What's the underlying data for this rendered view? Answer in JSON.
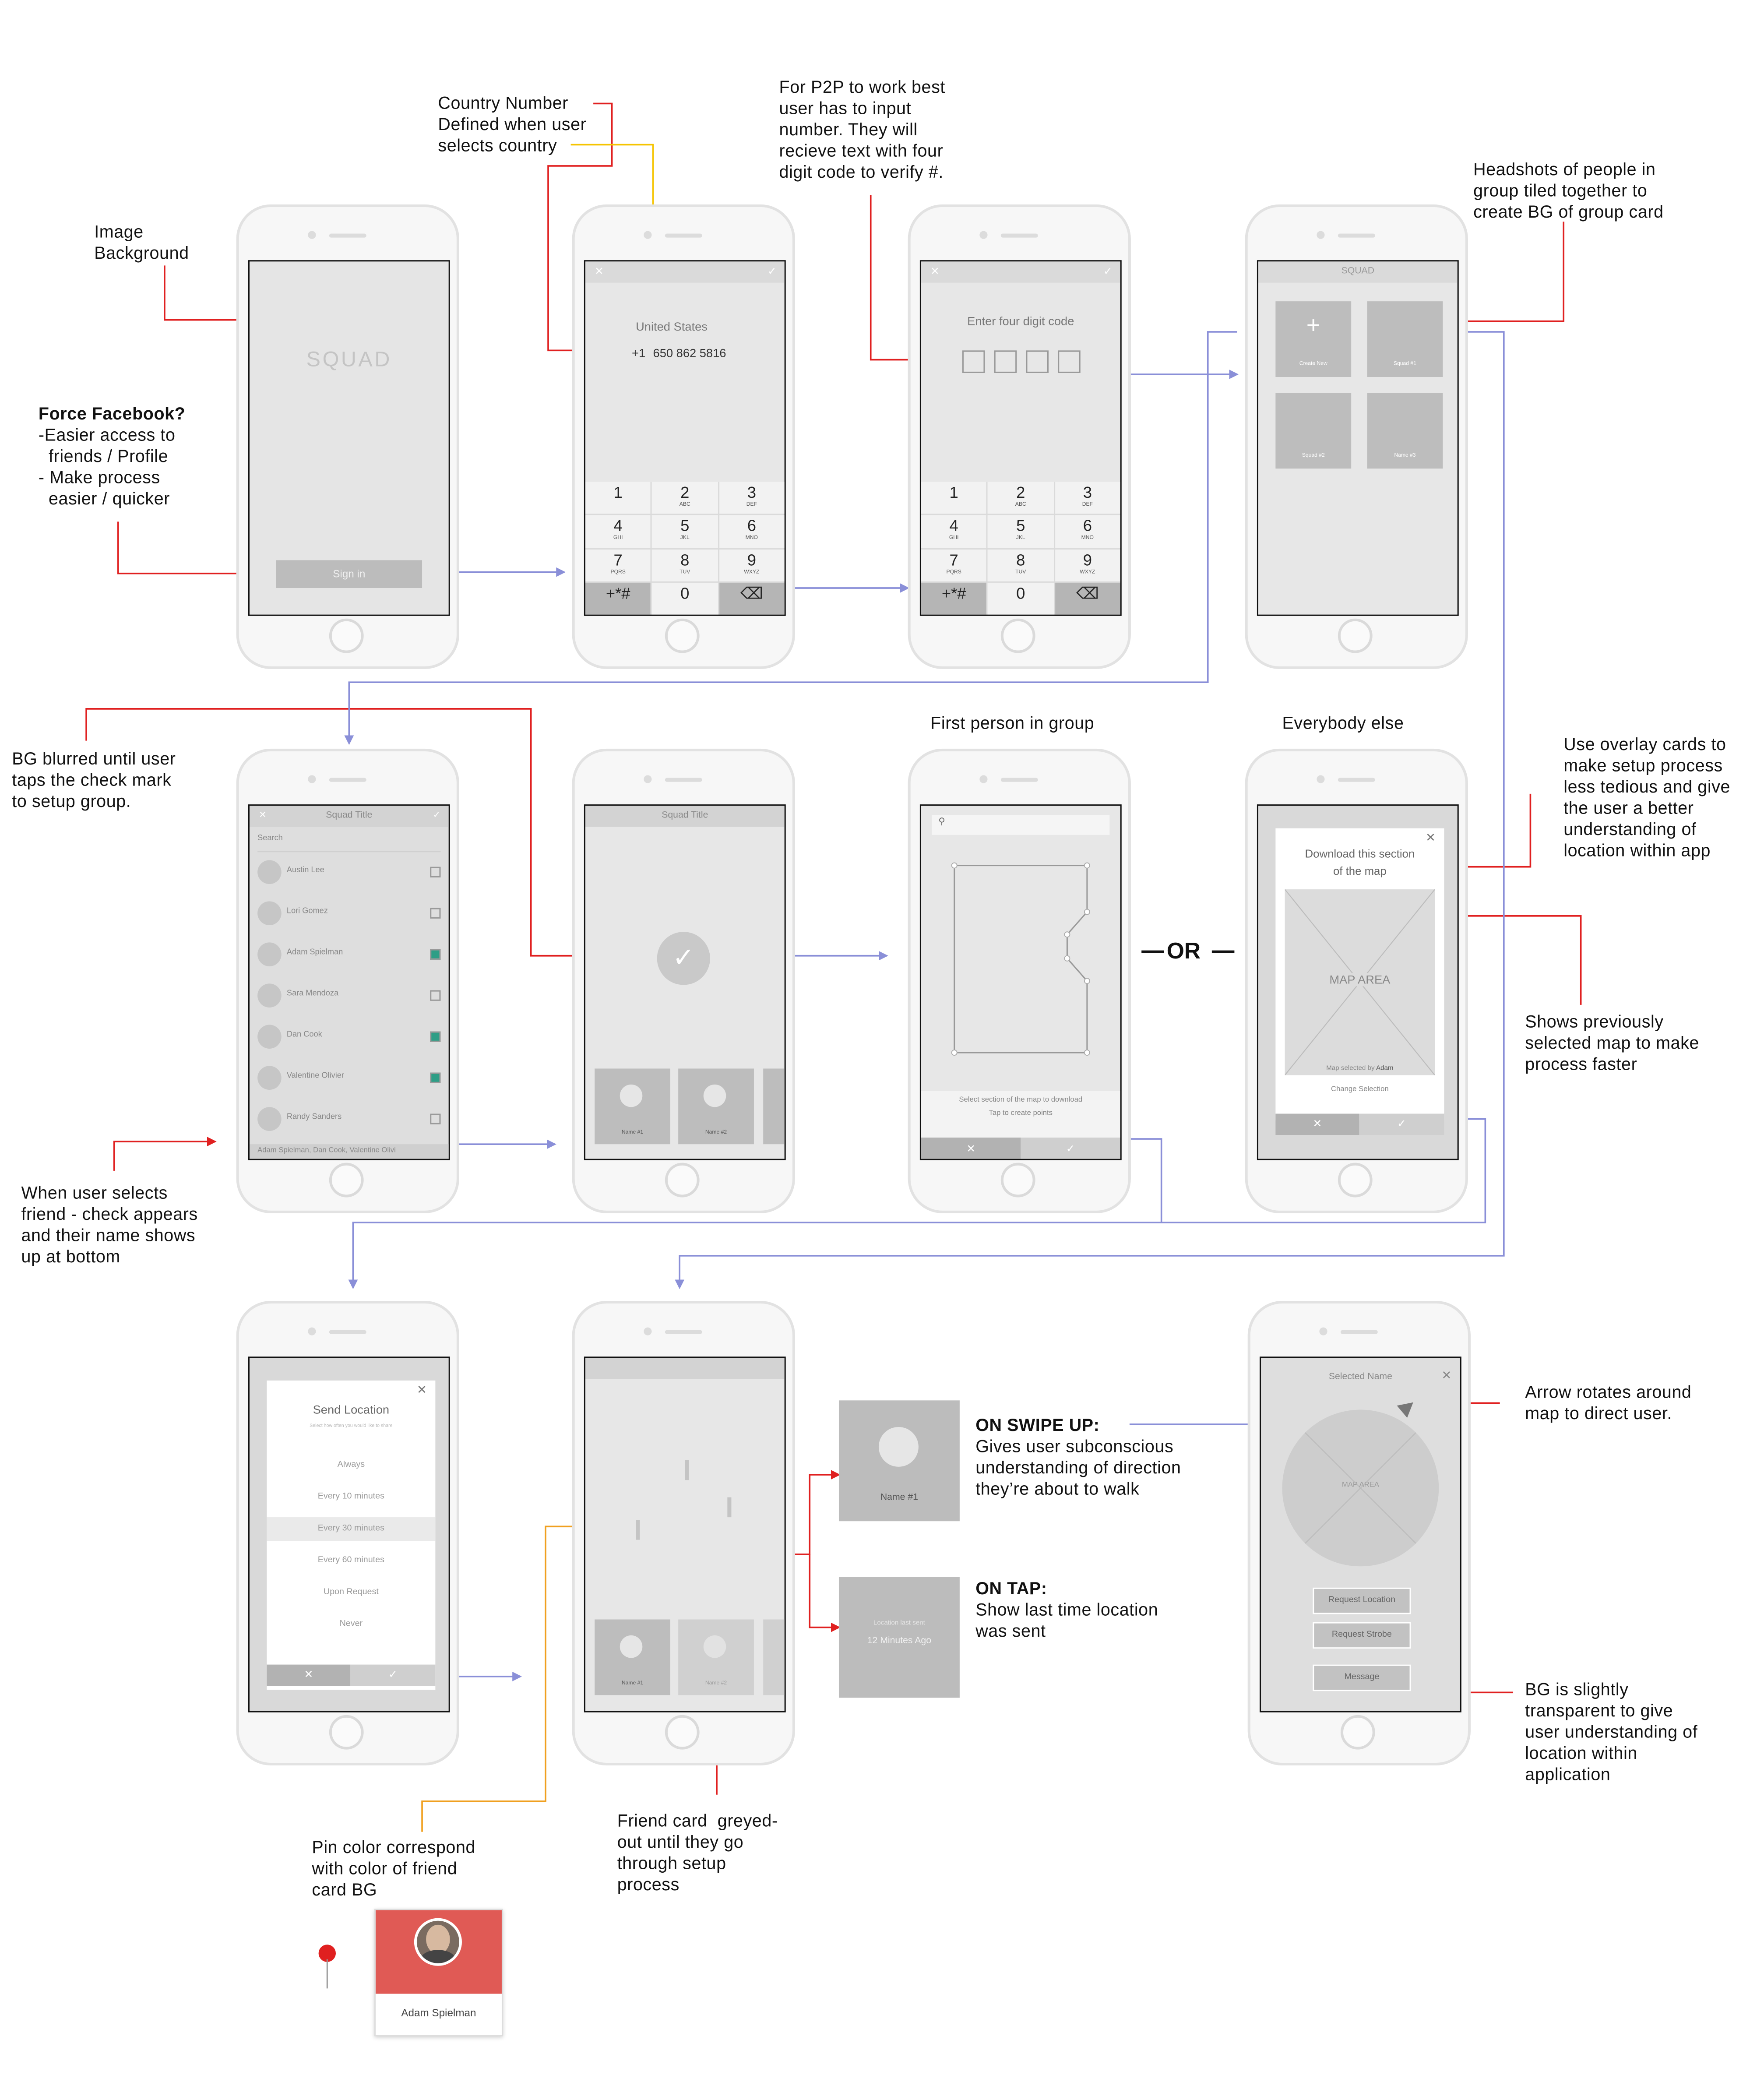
{
  "colors": {
    "red": "#e02020",
    "blue": "#8a8fd8",
    "orange": "#f0a020",
    "friend_card": "#e05a55"
  },
  "notes": {
    "image_background": "Image\nBackground",
    "force_facebook_title": "Force Facebook?",
    "force_facebook_body": "-Easier access to\n  friends / Profile\n- Make process\n  easier / quicker",
    "country_number": "Country Number\nDefined when user\nselects country",
    "p2p": "For P2P to work best\nuser has to input\nnumber. They will\nrecieve text with four\ndigit code to verify #.",
    "headshots": "Headshots of people in\ngroup tiled together to\ncreate BG of group card",
    "bg_blurred": "BG blurred until user\ntaps the check mark\nto setup group.",
    "first_person": "First person in group",
    "everybody_else": "Everybody else",
    "or": "OR",
    "overlay_cards": "Use overlay cards to\nmake setup process\nless tedious and give\nthe user a better\nunderstanding of\nlocation within app",
    "previously_selected": "Shows previously\nselected map to make\nprocess faster",
    "user_selects": "When user selects\nfriend - check appears\nand their name shows\nup at bottom",
    "swipe_title": "ON SWIPE UP:",
    "swipe_body": "Gives user subconscious\nunderstanding of direction\nthey’re about to walk",
    "tap_title": "ON TAP:",
    "tap_body": "Show last time location\nwas sent",
    "arrow_rotates": "Arrow rotates around\nmap to direct user.",
    "bg_transparent": "BG is slightly\ntransparent to give\nuser understanding of\nlocation within\napplication",
    "pin_color": "Pin color correspond\nwith color of friend\ncard BG",
    "friend_card_grey": "Friend card  greyed-\nout until they go\nthrough setup\nprocess"
  },
  "screens": {
    "s1": {
      "logo": "SQUAD",
      "sign_in": "Sign in"
    },
    "s2": {
      "country": "United States",
      "code": "+1",
      "number": "650 862 5816"
    },
    "s3": {
      "prompt": "Enter four digit code"
    },
    "s4": {
      "title": "SQUAD",
      "create": "Create New",
      "squad1": "Squad #1",
      "squad2": "Squad #2",
      "name3": "Name #3"
    },
    "s5": {
      "title": "Squad Title",
      "search": "Search",
      "contacts": [
        {
          "name": "Austin Lee",
          "checked": false
        },
        {
          "name": "Lori Gomez",
          "checked": false
        },
        {
          "name": "Adam Spielman",
          "checked": true
        },
        {
          "name": "Sara Mendoza",
          "checked": false
        },
        {
          "name": "Dan Cook",
          "checked": true
        },
        {
          "name": "Valentine Olivier",
          "checked": true
        },
        {
          "name": "Randy Sanders",
          "checked": false
        }
      ],
      "selected": "Adam Spielman, Dan Cook, Valentine Olivi"
    },
    "s6": {
      "title": "Squad Title",
      "name1": "Name #1",
      "name2": "Name #2"
    },
    "s7": {
      "hint1": "Select section of the map to download",
      "hint2": "Tap to create points"
    },
    "s8": {
      "title1": "Download this section",
      "title2": "of the map",
      "map": "MAP AREA",
      "selected_by": "Map selected by ",
      "selected_by_name": "Adam",
      "change": "Change Selection"
    },
    "s9": {
      "title": "Send Location",
      "subtitle": "Select how often you would like to share",
      "options": [
        "Always",
        "Every 10 minutes",
        "Every 30 minutes",
        "Every 60 minutes",
        "Upon Request",
        "Never"
      ]
    },
    "s10": {
      "name1": "Name #1",
      "name2": "Name #2"
    },
    "s11": {
      "title": "Selected Name",
      "map": "MAP AREA",
      "req_loc": "Request Location",
      "req_strobe": "Request Strobe",
      "message": "Message"
    },
    "card_swipe": {
      "name": "Name #1"
    },
    "card_tap": {
      "label": "Location last sent",
      "time": "12 Minutes Ago"
    },
    "friend_card": {
      "name": "Adam Spielman"
    }
  },
  "keypad": [
    {
      "d": "1",
      "l": ""
    },
    {
      "d": "2",
      "l": "ABC"
    },
    {
      "d": "3",
      "l": "DEF"
    },
    {
      "d": "4",
      "l": "GHI"
    },
    {
      "d": "5",
      "l": "JKL"
    },
    {
      "d": "6",
      "l": "MNO"
    },
    {
      "d": "7",
      "l": "PQRS"
    },
    {
      "d": "8",
      "l": "TUV"
    },
    {
      "d": "9",
      "l": "WXYZ"
    },
    {
      "d": "+*#",
      "l": ""
    },
    {
      "d": "0",
      "l": ""
    },
    {
      "d": "⌫",
      "l": ""
    }
  ]
}
